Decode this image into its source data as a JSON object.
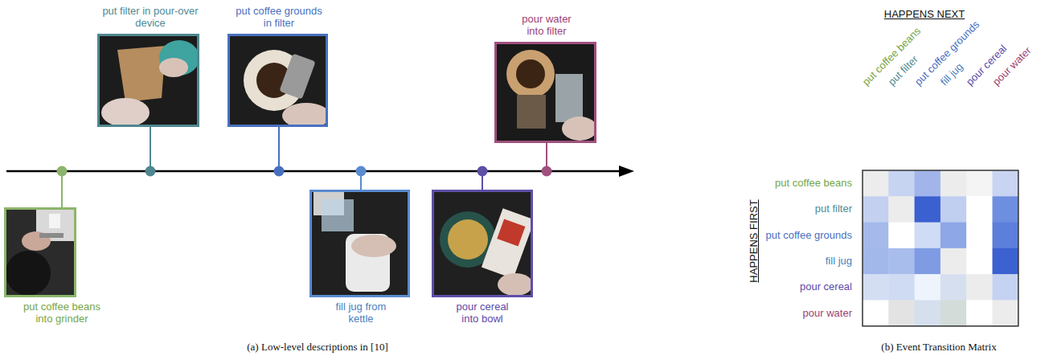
{
  "diagram": {
    "nodes": [
      {
        "text": [
          "put coffee beans into grinder"
        ]
      },
      {
        "text": [
          "put filter in pour-over device"
        ]
      },
      {
        "text": [
          "put coffee grounds in filter"
        ]
      },
      {
        "text": [
          "fill jug from kettle"
        ]
      },
      {
        "text": [
          "pour cereal into bowl"
        ]
      },
      {
        "text": [
          "pour water into filter"
        ]
      }
    ],
    "labels": [
      "(a) Low-level descriptions in [10]",
      "HAPPENS NEXT",
      "put coffee beans",
      "put filter",
      "put coffee grounds",
      "fill jug",
      "pour cereal",
      "pour water",
      "HAPPENS FIRST",
      "put coffee beans",
      "put filter",
      "put coffee grounds",
      "fill jug",
      "pour cereal",
      "pour water",
      "(b) Event Transition Matrix"
    ]
  }
}
